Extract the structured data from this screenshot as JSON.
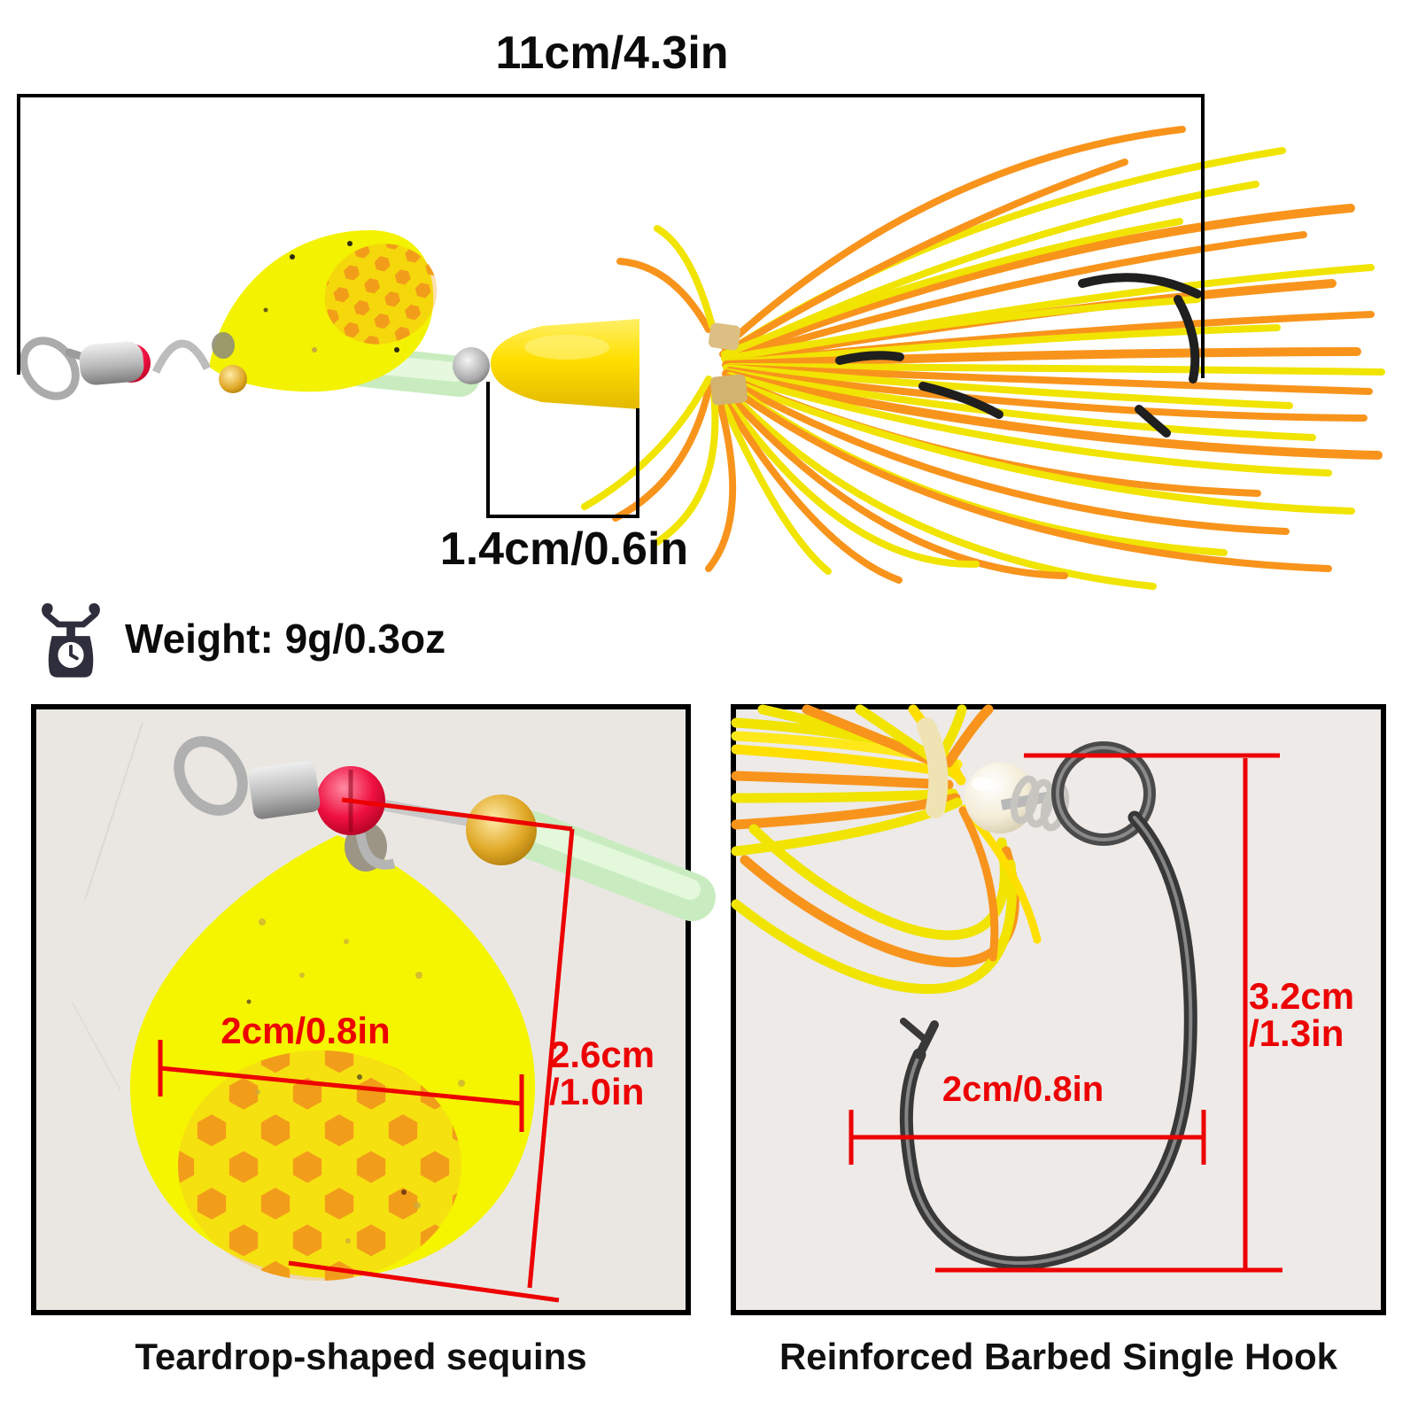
{
  "page": {
    "background": "#ffffff"
  },
  "annotations": {
    "total_length": "11cm/4.3in",
    "head_width": "1.4cm/0.6in",
    "weight": "Weight: 9g/0.3oz"
  },
  "sequin_panel": {
    "caption": "Teardrop-shaped sequins",
    "width_label": "2cm/0.8in",
    "height_label_line1": "2.6cm",
    "height_label_line2": "/1.0in"
  },
  "hook_panel": {
    "caption": "Reinforced Barbed Single Hook",
    "width_label": "2cm/0.8in",
    "height_label_line1": "3.2cm",
    "height_label_line2": "/1.3in"
  },
  "colors": {
    "annotation_red": "#ec0000",
    "text_black": "#0b0b0b",
    "weight_icon_navy": "#2e2e3c",
    "skirt_yellow": "#f0e400",
    "skirt_orange": "#f8941c",
    "blade_yellow": "#f3f200",
    "honeycomb_orange": "#f29d1a",
    "cone_yellow": "#ffdf00",
    "tube_green": "#c8ecbf",
    "bead_red": "#e00030",
    "bead_gold": "#d8a01d",
    "bead_pearl": "#f7f2e2",
    "metal_silver": "#b9b9b9",
    "hook_black": "#1f1f1f",
    "hook_gunmetal": "#383838",
    "panel_border": "#000000",
    "panel_bg_left": "#eae7e3",
    "panel_bg_right": "#edeae7"
  }
}
